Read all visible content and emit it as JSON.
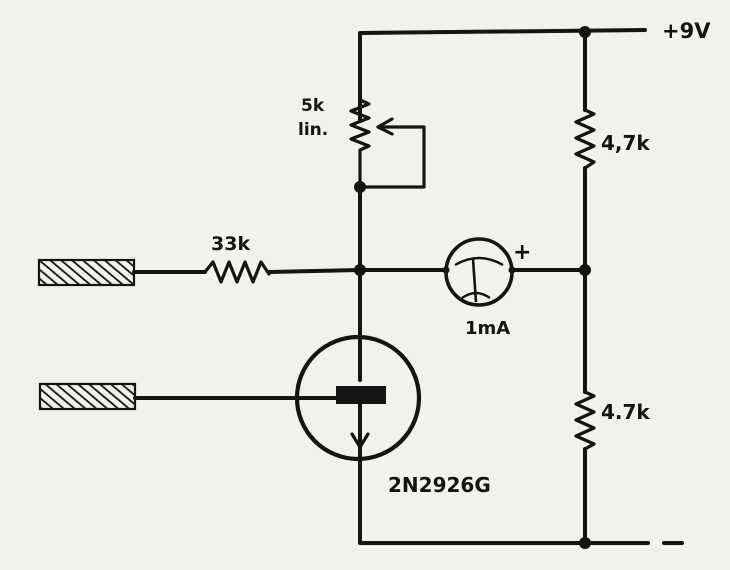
{
  "schematic": {
    "supply_positive": "+9V",
    "supply_negative": "-",
    "potentiometer": {
      "value": "5k",
      "taper": "lin."
    },
    "input_resistor": "33k",
    "meter": {
      "label": "1mA",
      "polarity": "+"
    },
    "divider_upper": "4,7k",
    "divider_lower": "4.7k",
    "transistor": "2N2926G"
  },
  "colors": {
    "ink": "#141414",
    "paper": "#f3f1ec"
  },
  "icons": {
    "probe_top": "hatched-electrode-icon",
    "probe_bottom": "hatched-electrode-icon",
    "meter": "ammeter-icon",
    "transistor": "transistor-icon"
  }
}
